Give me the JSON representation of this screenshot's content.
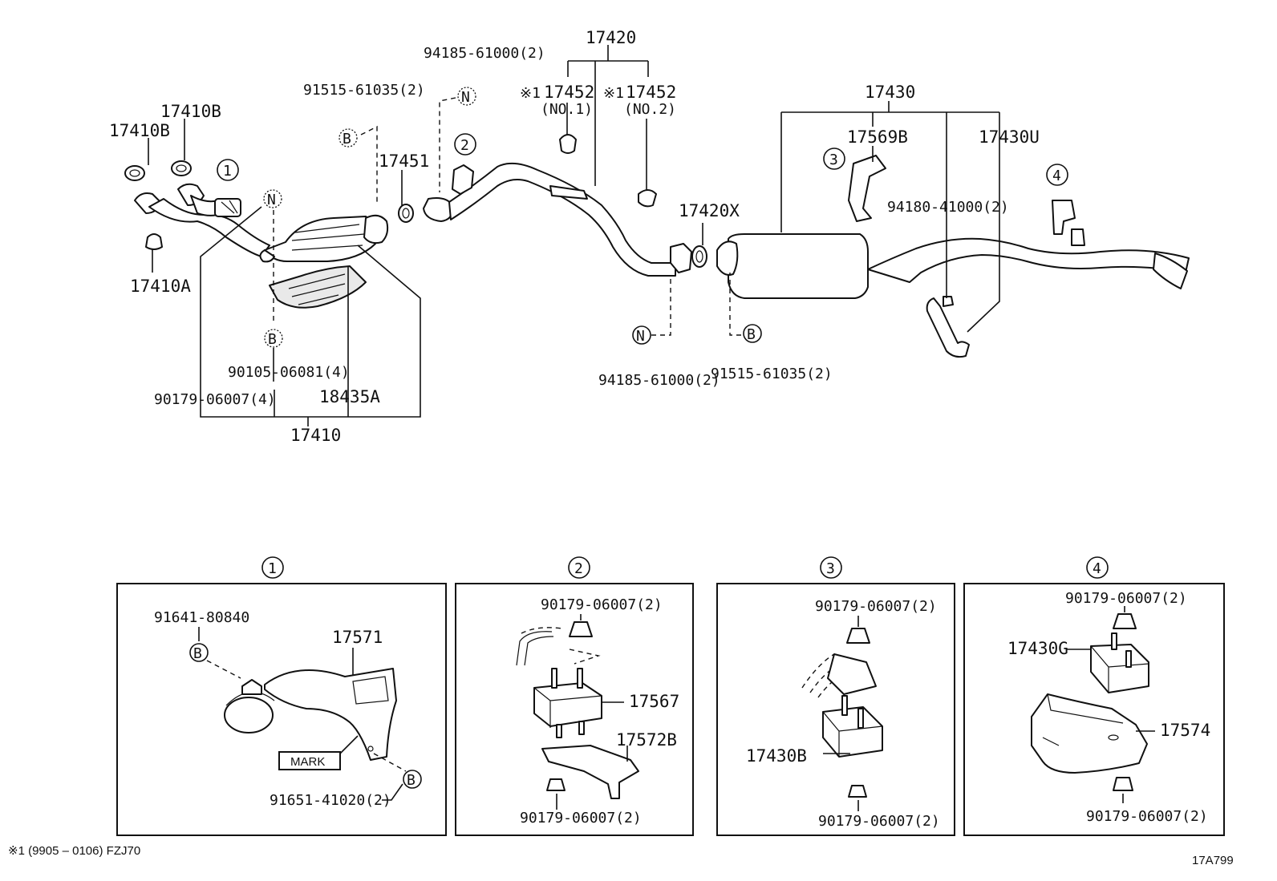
{
  "markers": {
    "b": "B",
    "n": "N",
    "c1": "1",
    "c2": "2",
    "c3": "3",
    "c4": "4"
  },
  "labels": {
    "l17420": "17420",
    "l94185a": "94185-61000(2)",
    "l17452a": "17452",
    "l17452a_no": "(NO.1)",
    "l17452b": "17452",
    "l17452b_no": "(NO.2)",
    "mark_x1": "※1",
    "l17430": "17430",
    "l17569b": "17569B",
    "l17430u": "17430U",
    "l91515a": "91515-61035(2)",
    "l17410b1": "17410B",
    "l17410b2": "17410B",
    "l17451": "17451",
    "l17420x": "17420X",
    "l94180": "94180-41000(2)",
    "l17410a": "17410A",
    "l90105": "90105-06081(4)",
    "l90179a": "90179-06007(4)",
    "l18435a": "18435A",
    "l17410": "17410",
    "l94185b": "94185-61000(2)",
    "l91515b": "91515-61035(2)",
    "p1_91641": "91641-80840",
    "p1_17571": "17571",
    "p1_mark": "MARK",
    "p1_91651": "91651-41020(2)",
    "p2_90179t": "90179-06007(2)",
    "p2_17567": "17567",
    "p2_17572b": "17572B",
    "p2_90179b": "90179-06007(2)",
    "p3_90179t": "90179-06007(2)",
    "p3_17430b": "17430B",
    "p3_90179b": "90179-06007(2)",
    "p4_90179t": "90179-06007(2)",
    "p4_17430g": "17430G",
    "p4_17574": "17574",
    "p4_90179b": "90179-06007(2)"
  },
  "footnote": "※1 (9905 – 0106) FZJ70",
  "figure_id": "17A799"
}
